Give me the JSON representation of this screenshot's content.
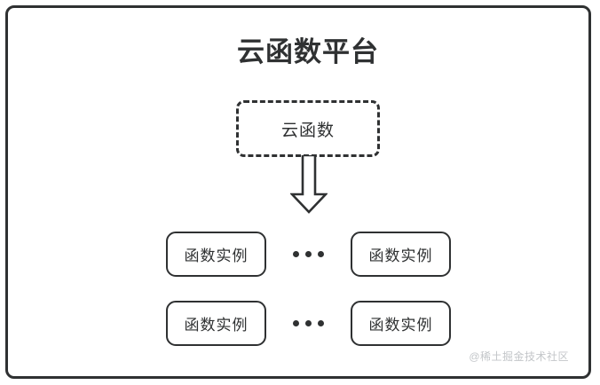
{
  "diagram": {
    "title": "云函数平台",
    "cloud_function": {
      "label": "云函数",
      "border_style": "dashed"
    },
    "arrow": {
      "icon": "arrow-down-block",
      "direction": "down"
    },
    "instance_rows": [
      {
        "left": {
          "label": "函数实例"
        },
        "ellipsis": "...",
        "right": {
          "label": "函数实例"
        }
      },
      {
        "left": {
          "label": "函数实例"
        },
        "ellipsis": "...",
        "right": {
          "label": "函数实例"
        }
      }
    ],
    "watermark": "@稀土掘金技术社区",
    "colors": {
      "stroke": "#2f3132",
      "background": "#ffffff",
      "watermark": "#c3c6c9"
    }
  }
}
